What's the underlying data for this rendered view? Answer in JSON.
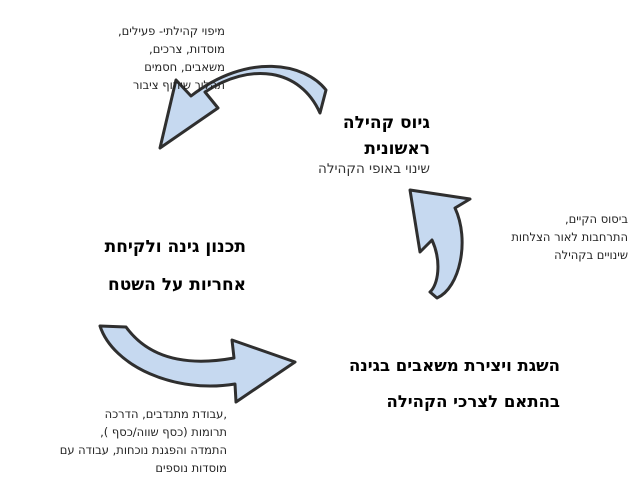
{
  "stages": {
    "community_recruitment": {
      "title_lines": [
        "גיוס קהילה",
        "ראשונית"
      ],
      "subtitle": "שינוי באופי הקהילה"
    },
    "garden_planning": {
      "title_lines": [
        "תכנון גינה ולקיחת",
        "אחריות על השטח"
      ]
    },
    "resource_acquisition": {
      "title_lines": [
        "השגת ויצירת משאבים בגינה",
        "בהתאם לצרכי הקהילה"
      ]
    }
  },
  "notes": {
    "top_left": [
      "מיפוי קהילתי- פעילים,",
      "מוסדות, צרכים,",
      "משאבים, חסמים",
      "תהליך שיתוף ציבור"
    ],
    "right": [
      "ביסוס הקיים,",
      "התרחבות לאור הצלחות",
      "שינויים בקהילה"
    ],
    "bottom_left": [
      ",עבודת מתנדבים, הדרכה",
      "תרומות (כסף שווה/כסף ),",
      "התמדה והפגנת נוכחות, עבודה עם",
      "מוסדות נוספים"
    ]
  },
  "colors": {
    "arrow_fill": "#c6d9f0",
    "arrow_stroke": "#2f2f2f"
  }
}
